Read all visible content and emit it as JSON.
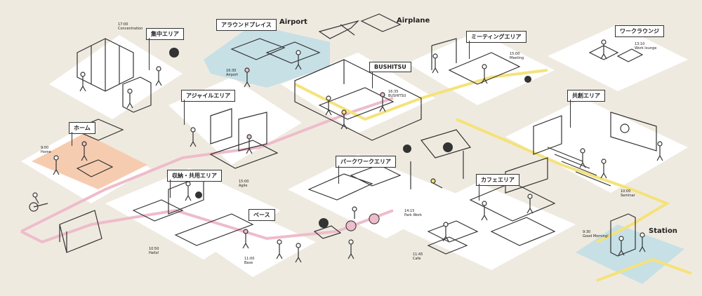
{
  "zones": [
    {
      "id": "shuchu",
      "label": "集中エリア",
      "time": "17:00",
      "caption": "Concentration"
    },
    {
      "id": "around",
      "label": "アラウンドプレイス",
      "time": "16:30",
      "caption": "Airport"
    },
    {
      "id": "meeting",
      "label": "ミーティングエリア",
      "time": "15:00",
      "caption": "Meeting"
    },
    {
      "id": "worklounge",
      "label": "ワークラウンジ",
      "time": "13:10",
      "caption": "Work lounge"
    },
    {
      "id": "home",
      "label": "ホーム",
      "time": "9:00",
      "caption": "Home"
    },
    {
      "id": "agile",
      "label": "アジャイルエリア",
      "time": "15:00",
      "caption": "Agile"
    },
    {
      "id": "bushitsu",
      "label": "BUSHITSU",
      "time": "16:35",
      "caption": "BUSHITSU"
    },
    {
      "id": "kyoso",
      "label": "共創エリア",
      "time": "10:00",
      "caption": "Seminar"
    },
    {
      "id": "parkwork",
      "label": "パークワークエリア",
      "time": "14:15",
      "caption": "Park Work"
    },
    {
      "id": "shuno",
      "label": "収納・共用エリア",
      "time": "10:50",
      "caption": "Hello!"
    },
    {
      "id": "base",
      "label": "ベース",
      "time": "11:00",
      "caption": "Base"
    },
    {
      "id": "cafe",
      "label": "カフェエリア",
      "time": "11:45",
      "caption": "Cafe"
    },
    {
      "id": "station",
      "label": "",
      "time": "9:30",
      "caption": "Good Morning!"
    }
  ],
  "places": {
    "airport": "Airport",
    "airplane": "Airplane",
    "station": "Station"
  },
  "colors": {
    "background": "#efeae0",
    "floor": "#ffffff",
    "route_pink": "#eebccb",
    "route_yellow": "#f5e27a",
    "airport_zone": "#c6e0e6",
    "home_zone": "#f6ccb0",
    "line": "#333333"
  }
}
